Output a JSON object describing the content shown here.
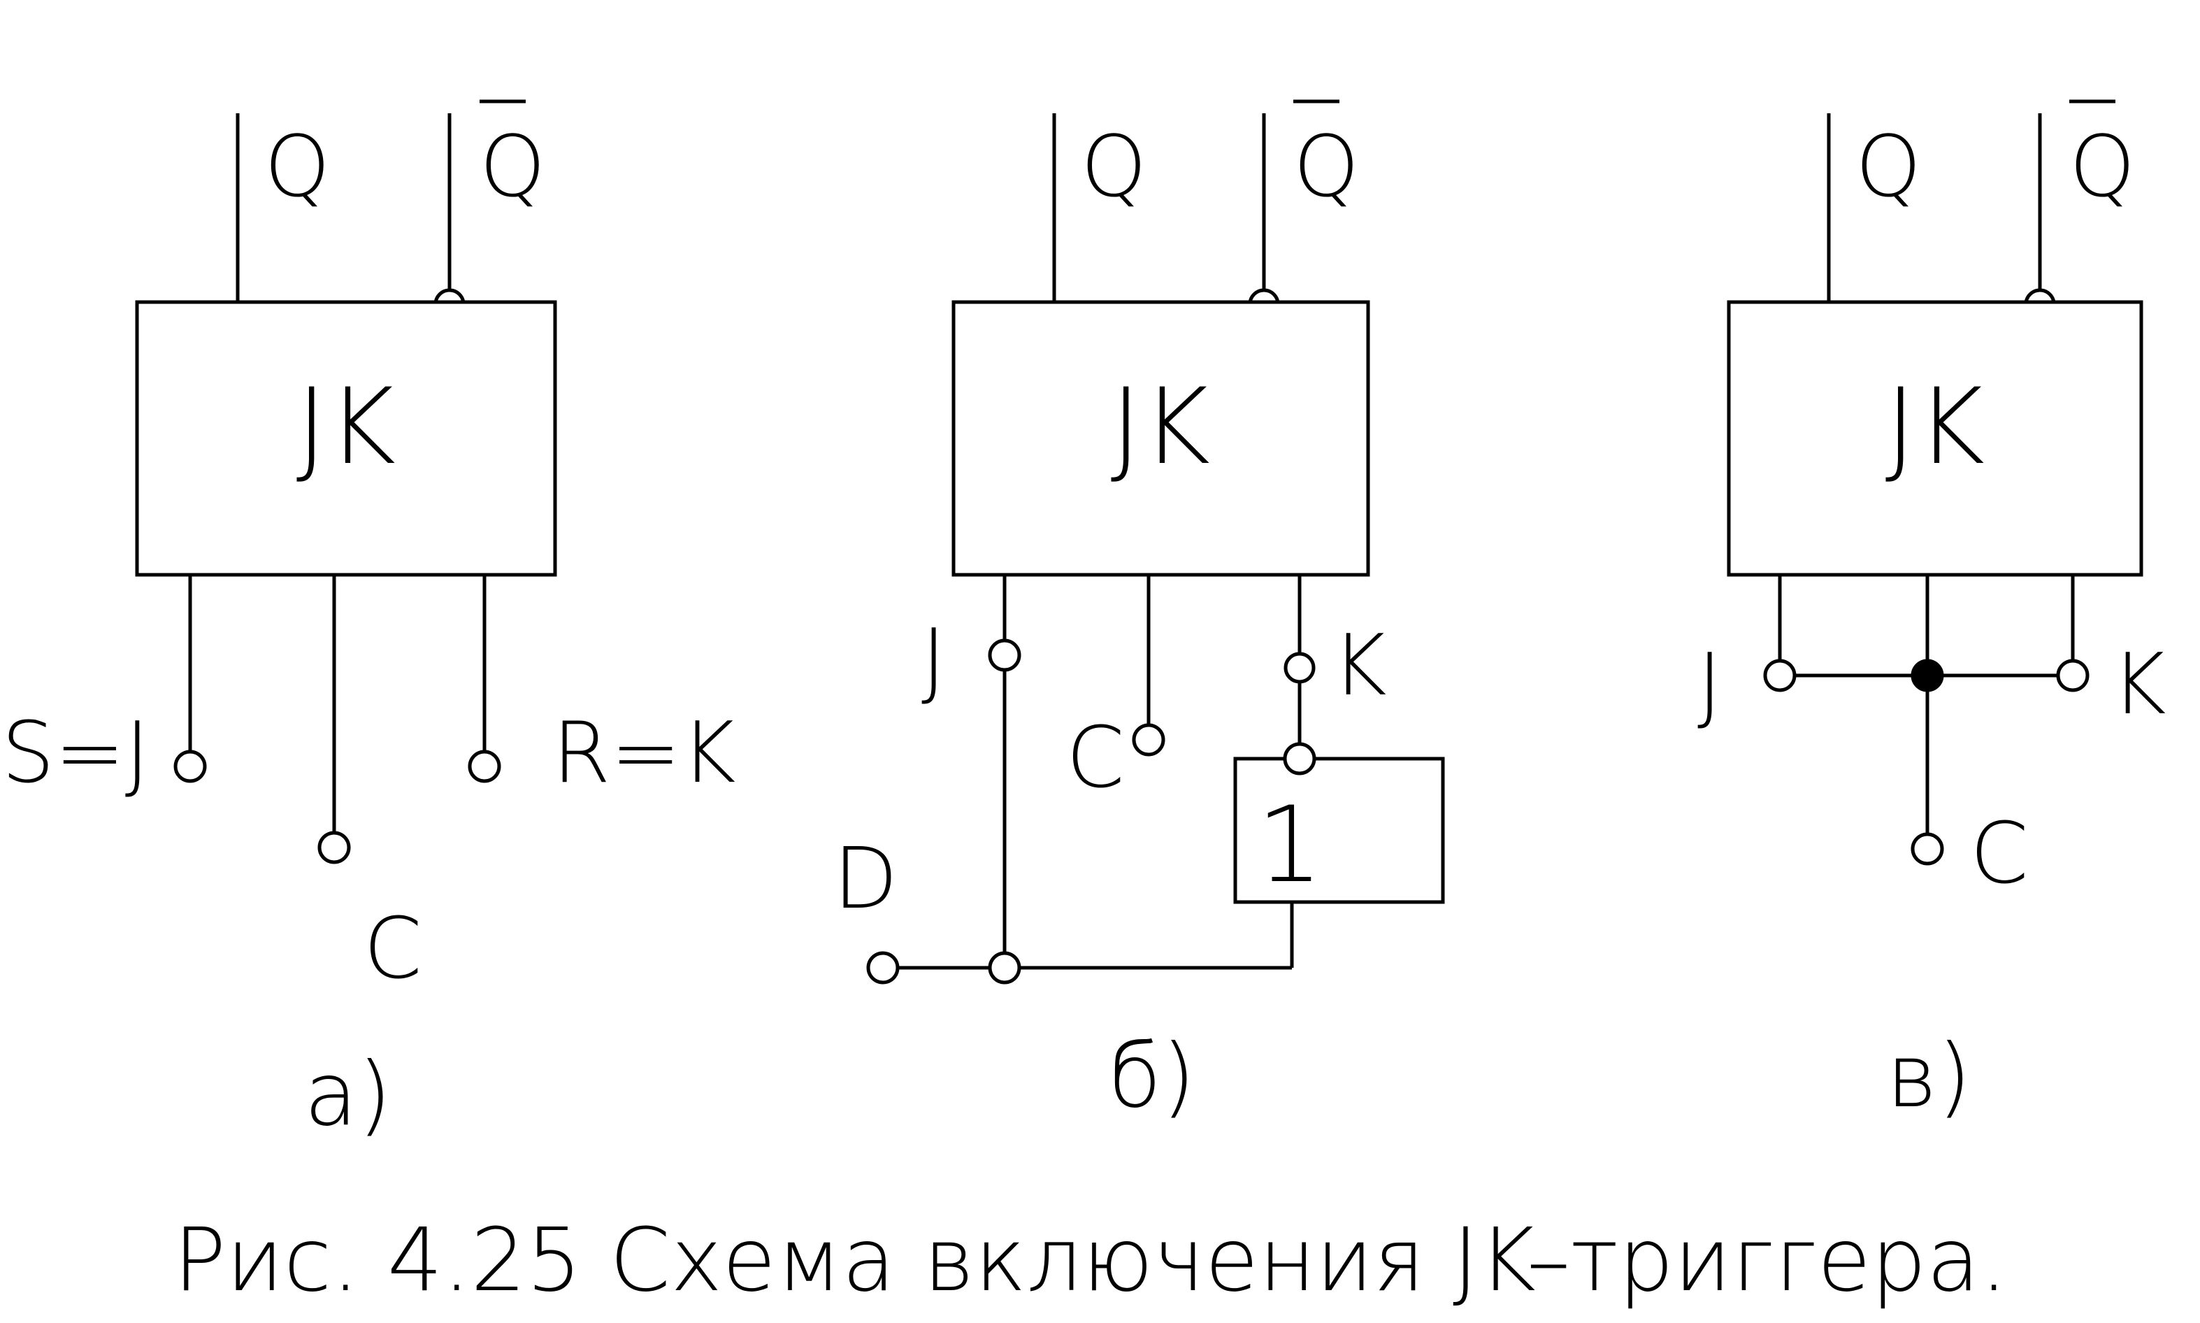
{
  "panel_a": {
    "out_q": "Q",
    "out_qbar": "Q",
    "block": "JK",
    "in_left": "S=J",
    "in_clock": "C",
    "in_right": "R=K",
    "caption": "a)"
  },
  "panel_b": {
    "out_q": "Q",
    "out_qbar": "Q",
    "block": "JK",
    "in_j": "J",
    "in_clock": "C",
    "in_k": "K",
    "inverter": "1",
    "in_d": "D",
    "caption": "б)"
  },
  "panel_c": {
    "out_q": "Q",
    "out_qbar": "Q",
    "block": "JK",
    "in_j": "J",
    "in_k": "K",
    "in_clock": "C",
    "caption": "в)"
  },
  "figure_caption": "Рис. 4.25 Схема включения JK–триггера."
}
